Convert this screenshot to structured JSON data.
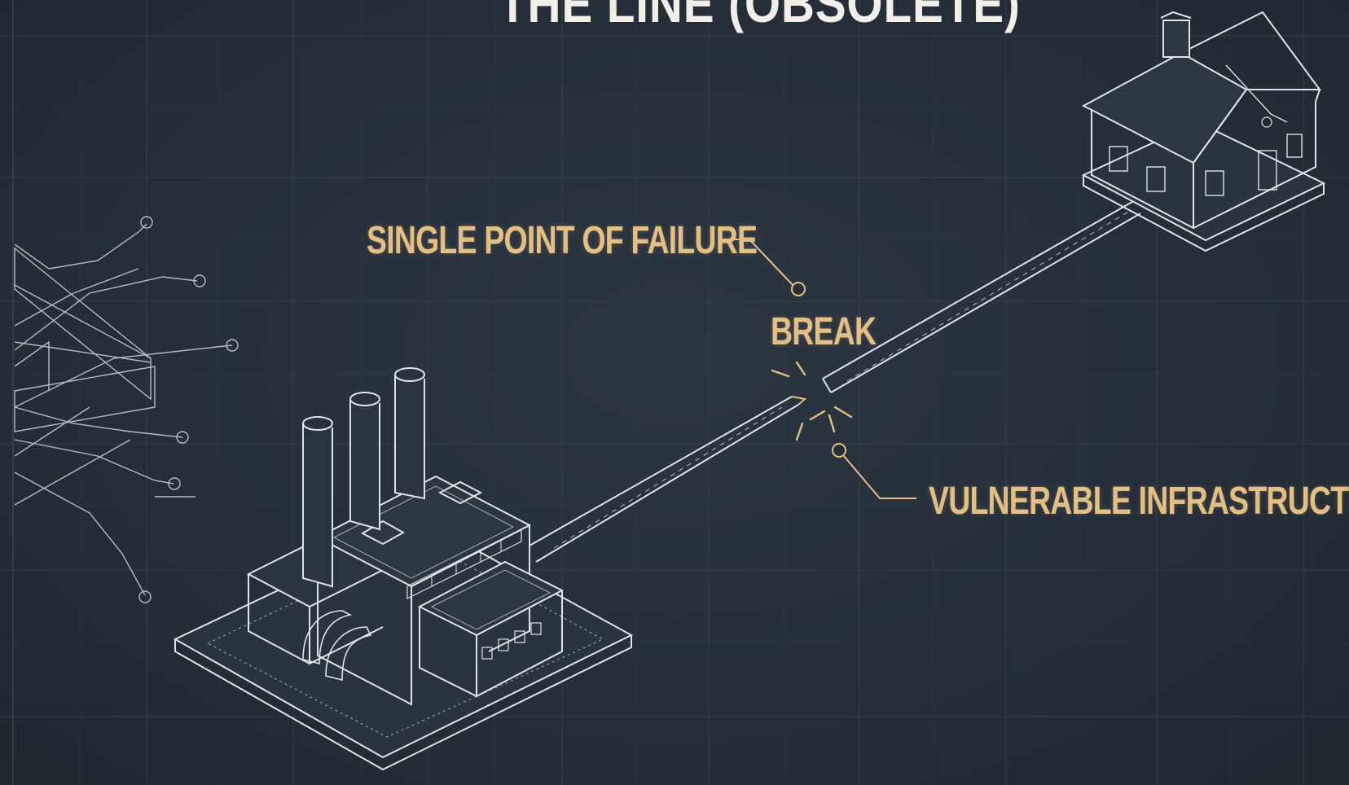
{
  "title": "THE LINE (OBSOLETE)",
  "labels": {
    "single_point_of_failure": "SINGLE POINT OF FAILURE",
    "break": "BREAK",
    "vulnerable_infrastructure": "VULNERABLE INFRASTRUCTURE"
  },
  "colors": {
    "background": "#26303a",
    "grid": "#3a4652",
    "linework": "#d9dde0",
    "accent": "#e3bf86",
    "title": "#f1efe8"
  }
}
